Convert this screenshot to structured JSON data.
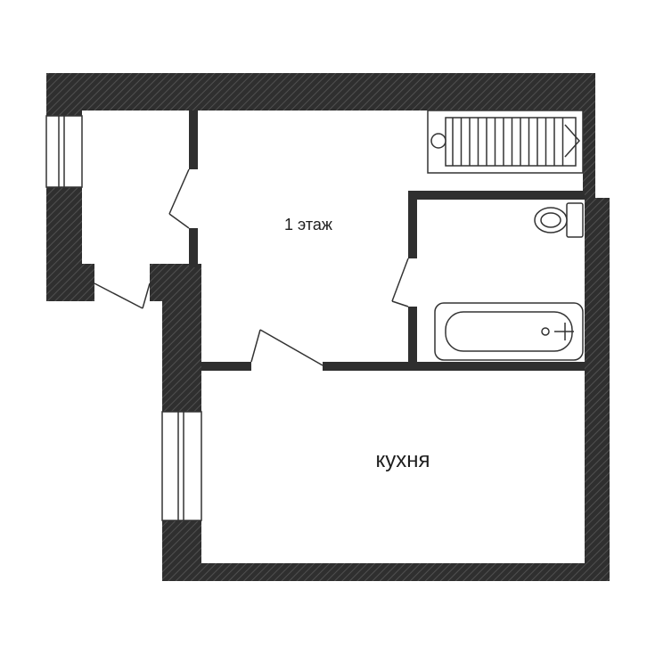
{
  "floor_plan": {
    "rooms": [
      {
        "id": "hall",
        "label": "1 этаж"
      },
      {
        "id": "kitchen",
        "label": "кухня"
      }
    ],
    "fixtures": [
      "stairs",
      "toilet",
      "bathtub"
    ],
    "colors": {
      "wall": "#2f2f2f",
      "wall_hatch": "#555555",
      "line": "#333333",
      "background": "#ffffff"
    }
  }
}
